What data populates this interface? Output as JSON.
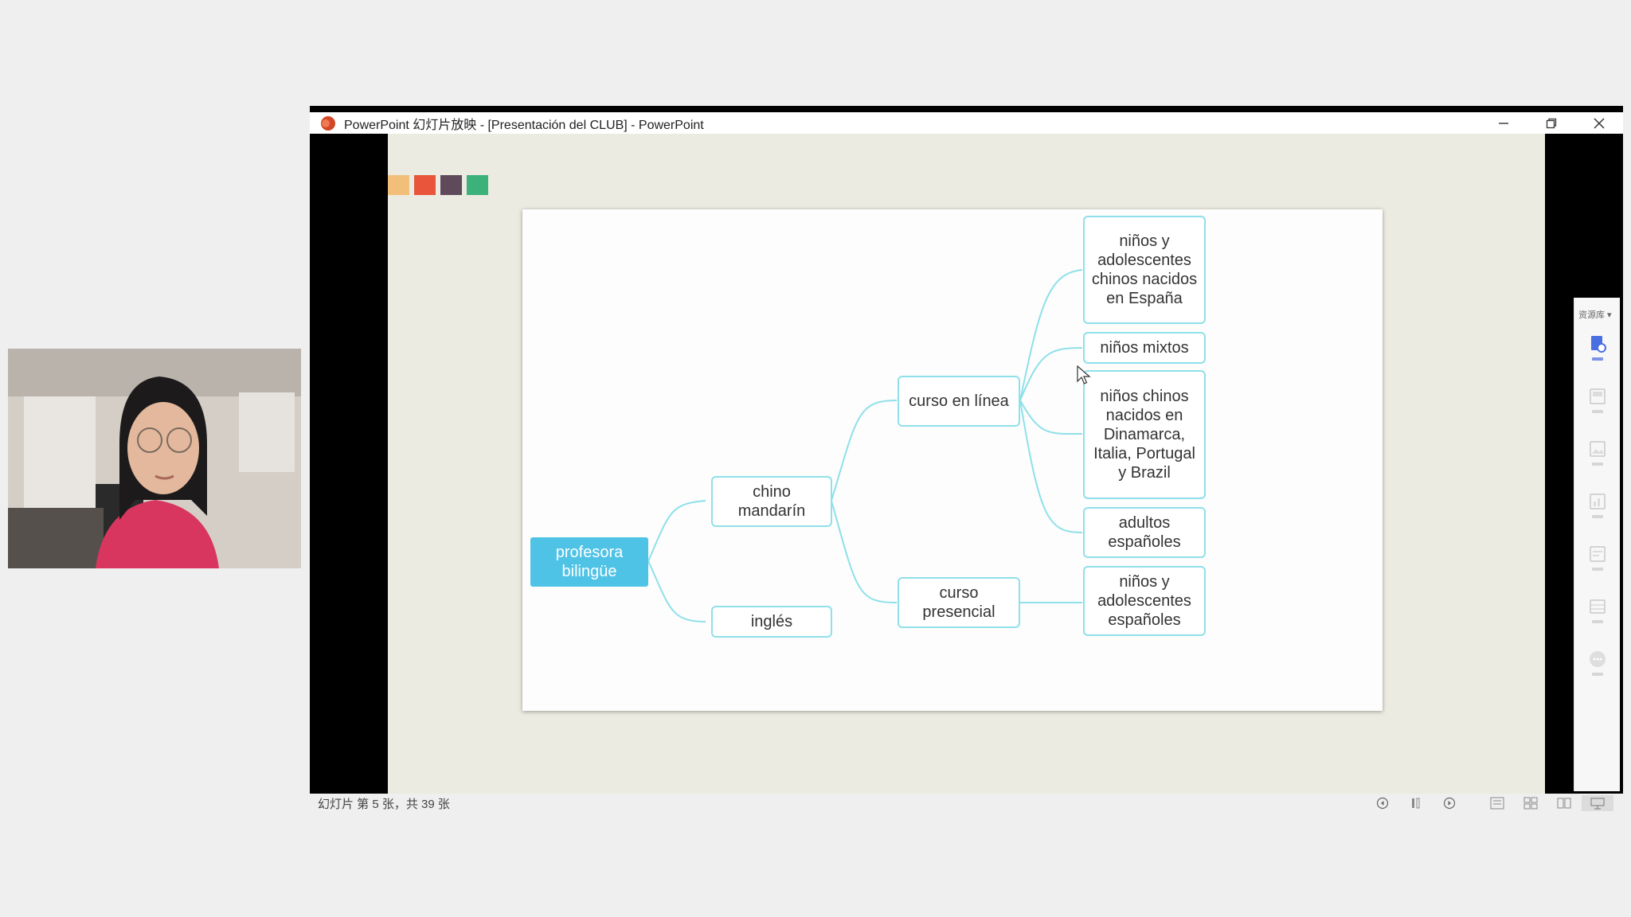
{
  "window": {
    "title": "PowerPoint 幻灯片放映 - [Presentación del CLUB] - PowerPoint",
    "minimize_icon": "minimize-icon",
    "restore_icon": "restore-icon",
    "close_icon": "close-icon"
  },
  "slide": {
    "swatch_colors": [
      "#f2bf7a",
      "#e8553a",
      "#5f4a5c",
      "#3cb27a"
    ],
    "mindmap": {
      "root": "profesora bilingüe",
      "level1": [
        "chino mandarín",
        "inglés"
      ],
      "level2": [
        "curso en línea",
        "curso presencial"
      ],
      "level3": [
        "niños y adolescentes chinos nacidos en España",
        "niños mixtos",
        "niños chinos nacidos en Dinamarca, Italia, Portugal y Brazil",
        "adultos españoles",
        "niños y adolescentes españoles"
      ],
      "root_color": "#4fc3e6",
      "line_color": "#8fe0ea"
    }
  },
  "side_panel": {
    "header": "资源库 ▾",
    "items": [
      "document-icon",
      "layout-icon",
      "image-icon",
      "chart-icon",
      "template-icon",
      "table-icon",
      "more-icon"
    ]
  },
  "status": {
    "slide_counter": "幻灯片 第 5 张，共 39 张",
    "icons": [
      "prev-icon",
      "pause-icon",
      "next-icon",
      "normal-view-icon",
      "sorter-view-icon",
      "reading-view-icon",
      "slideshow-icon"
    ]
  }
}
